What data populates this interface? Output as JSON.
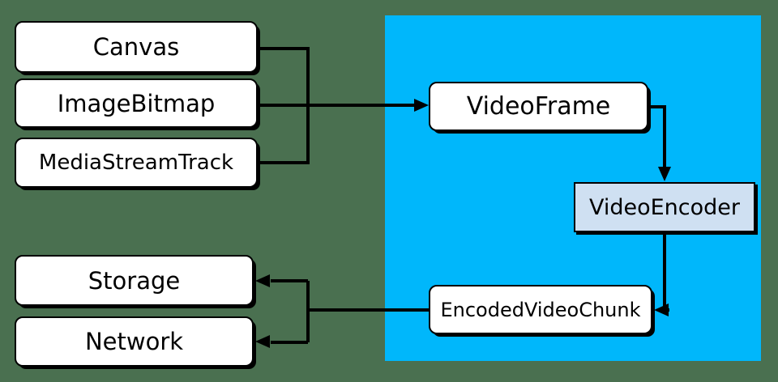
{
  "nodes": {
    "canvas": {
      "label": "Canvas"
    },
    "imagebitmap": {
      "label": "ImageBitmap"
    },
    "mediastreamtrack": {
      "label": "MediaStreamTrack"
    },
    "videoframe": {
      "label": "VideoFrame"
    },
    "videoencoder": {
      "label": "VideoEncoder"
    },
    "encodedvideochunk": {
      "label": "EncodedVideoChunk"
    },
    "storage": {
      "label": "Storage"
    },
    "network": {
      "label": "Network"
    }
  },
  "colors": {
    "background": "#4a7050",
    "region": "#00b7fb",
    "node-fill": "#ffffff",
    "encoder-fill": "#cfe0f2",
    "line": "#000000",
    "text": "#000000"
  }
}
